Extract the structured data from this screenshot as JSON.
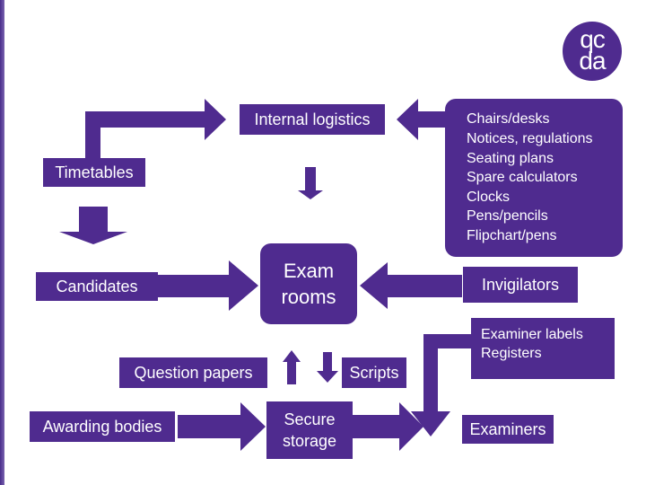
{
  "logo": {
    "line1": "qc",
    "line2": "da"
  },
  "nodes": {
    "internal_logistics": "Internal logistics",
    "resources": [
      "Chairs/desks",
      "Notices, regulations",
      "Seating plans",
      "Spare calculators",
      "Clocks",
      "Pens/pencils",
      "Flipchart/pens"
    ],
    "timetables": "Timetables",
    "candidates": "Candidates",
    "exam_rooms": [
      "Exam",
      "rooms"
    ],
    "invigilators": "Invigilators",
    "examiner_docs": [
      "Examiner labels",
      "Registers"
    ],
    "question_papers": "Question papers",
    "scripts": "Scripts",
    "awarding_bodies": "Awarding bodies",
    "secure_storage": [
      "Secure",
      "storage"
    ],
    "examiners": "Examiners"
  },
  "colors": {
    "primary": "#4f2b8f"
  }
}
